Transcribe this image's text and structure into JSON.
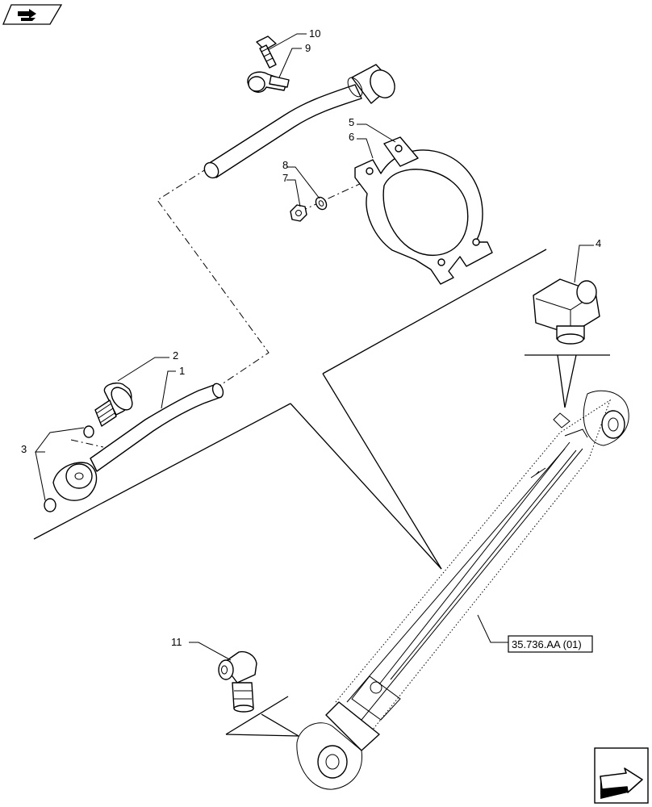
{
  "callouts": {
    "c1": "1",
    "c2": "2",
    "c3": "3",
    "c4": "4",
    "c5": "5",
    "c6": "6",
    "c7": "7",
    "c8": "8",
    "c9": "9",
    "c10": "10",
    "c11": "11"
  },
  "reference": "35.736.AA (01)",
  "icons": {
    "top_left": "view-toggle-icon",
    "bottom_right": "next-page-arrow-icon"
  }
}
